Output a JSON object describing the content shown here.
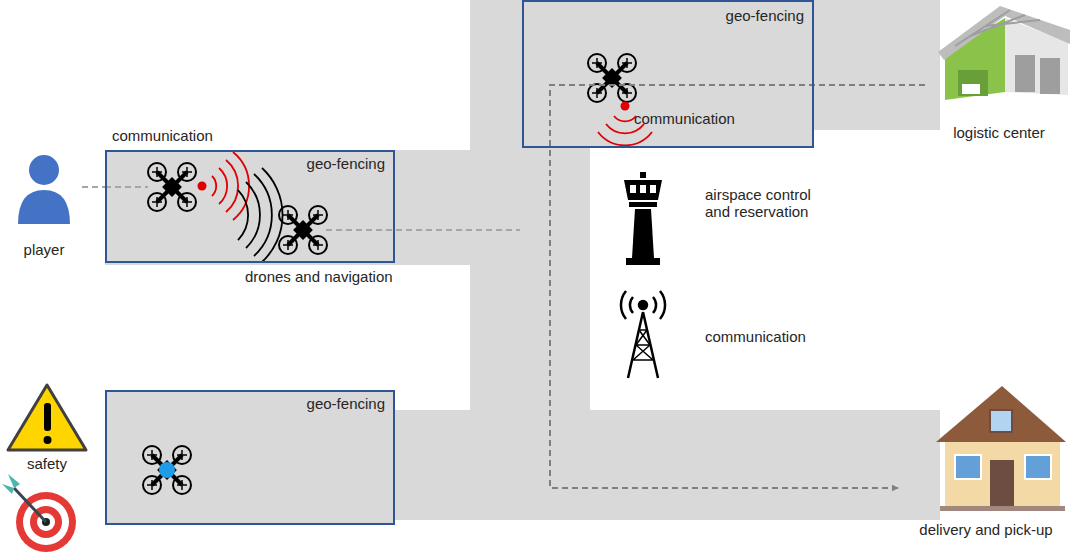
{
  "diagram": {
    "nodes": [
      {
        "text": [
          "player"
        ]
      },
      {
        "text": [
          "geo-fencing"
        ]
      },
      {
        "text": [
          "geo-fencing",
          "communication"
        ]
      },
      {
        "text": [
          "logistic center"
        ]
      },
      {
        "text": [
          "geo-fencing"
        ]
      },
      {
        "text": [
          "delivery and pick-up"
        ]
      }
    ],
    "edges": [
      {
        "from": 0,
        "to": 1,
        "arrow": "none"
      },
      {
        "from": 3,
        "to": 5,
        "arrow": "to"
      }
    ],
    "labels": [
      "communication",
      "drones and navigation",
      "airspace control and reservation",
      "communication",
      "safety"
    ]
  }
}
